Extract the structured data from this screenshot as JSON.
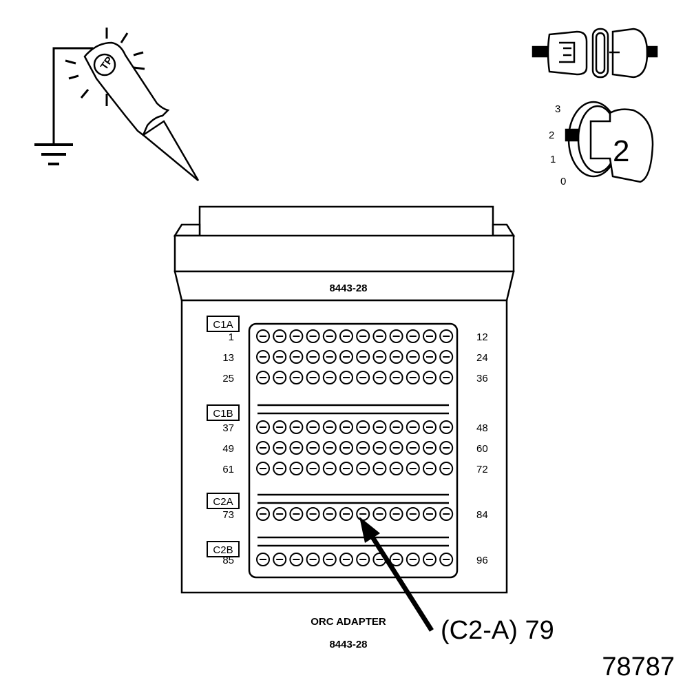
{
  "adapter": {
    "part_number_top": "8443-28",
    "name": "ORC ADAPTER",
    "part_number_bottom": "8443-28"
  },
  "sections": [
    {
      "label": "C1A",
      "rows": [
        {
          "start": "1",
          "end": "12"
        },
        {
          "start": "13",
          "end": "24"
        },
        {
          "start": "25",
          "end": "36"
        }
      ]
    },
    {
      "label": "C1B",
      "rows": [
        {
          "start": "37",
          "end": "48"
        },
        {
          "start": "49",
          "end": "60"
        },
        {
          "start": "61",
          "end": "72"
        }
      ]
    },
    {
      "label": "C2A",
      "rows": [
        {
          "start": "73",
          "end": "84"
        }
      ]
    },
    {
      "label": "C2B",
      "rows": [
        {
          "start": "85",
          "end": "96"
        }
      ]
    }
  ],
  "pins_per_row": 12,
  "callout": {
    "text": "(C2-A) 79",
    "pin": 79
  },
  "ignition": {
    "positions": [
      "3",
      "2",
      "1",
      "0"
    ],
    "key_label": "2",
    "selected": "2"
  },
  "figure_number": "78787"
}
